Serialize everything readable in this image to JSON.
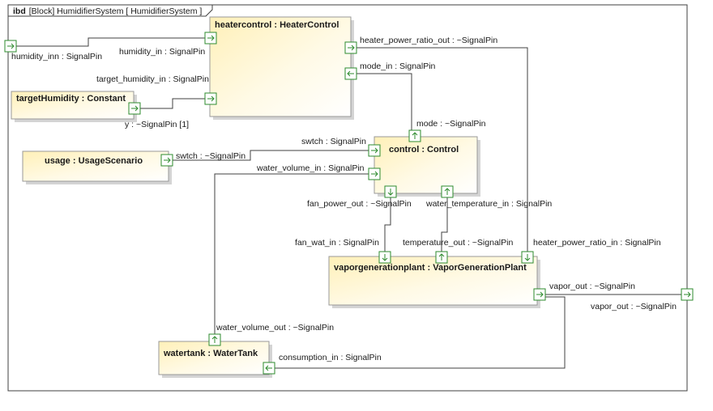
{
  "diagram": {
    "header": {
      "kind": "ibd",
      "rest": "[Block] HumidifierSystem [ HumidifierSystem ]"
    },
    "blocks": {
      "heatercontrol": "heatercontrol : HeaterControl",
      "target": "targetHumidity : Constant",
      "usage": "usage : UsageScenario",
      "control": "control : Control",
      "vapor": "vaporgenerationplant : VaporGenerationPlant",
      "watertank": "watertank : WaterTank"
    },
    "ports": {
      "humidity_inn": "humidity_inn : SignalPin",
      "humidity_in": "humidity_in : SignalPin",
      "target_humidity_in": "target_humidity_in : SignalPin",
      "y": "y : ~SignalPin [1]",
      "heater_power_ratio_out": "heater_power_ratio_out : ~SignalPin",
      "mode_in": "mode_in : SignalPin",
      "mode": "mode : ~SignalPin",
      "swtch_in": "swtch : SignalPin",
      "swtch_out": "swtch : ~SignalPin",
      "water_volume_in": "water_volume_in : SignalPin",
      "fan_power_out": "fan_power_out : ~SignalPin",
      "water_temperature_in": "water_temperature_in : SignalPin",
      "fan_wat_in": "fan_wat_in : SignalPin",
      "temperature_out": "temperature_out : ~SignalPin",
      "heater_power_ratio_in": "heater_power_ratio_in : SignalPin",
      "vapor_out_inner": "vapor_out : ~SignalPin",
      "vapor_out_outer": "vapor_out : ~SignalPin",
      "water_volume_out": "water_volume_out : ~SignalPin",
      "consumption_in": "consumption_in : SignalPin"
    }
  }
}
